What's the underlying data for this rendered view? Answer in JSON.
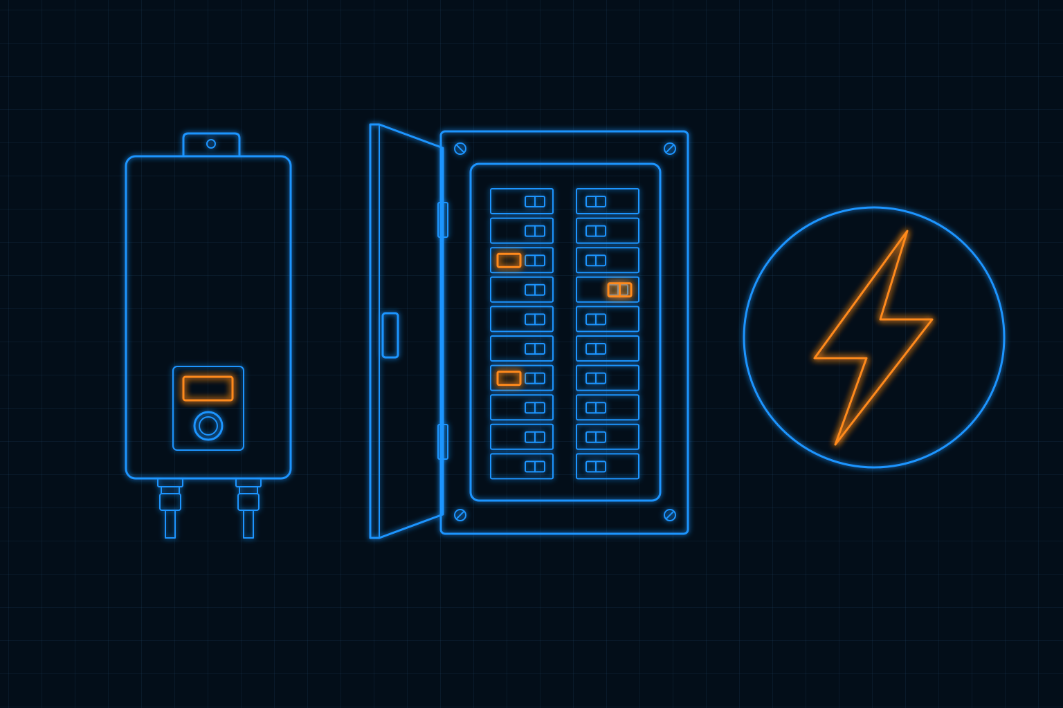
{
  "scene": {
    "colors": {
      "background": "#030e19",
      "grid": "#153048",
      "outline": "#1f95ff",
      "accent": "#ff8a1a"
    },
    "icons": [
      "water-heater-icon",
      "breaker-panel-icon",
      "lightning-bolt-icon"
    ],
    "breaker_panel": {
      "columns": 2,
      "rows": 10,
      "tripped": [
        {
          "column": 1,
          "row": 3
        },
        {
          "column": 1,
          "row": 7
        },
        {
          "column": 2,
          "row": 4
        }
      ]
    }
  }
}
